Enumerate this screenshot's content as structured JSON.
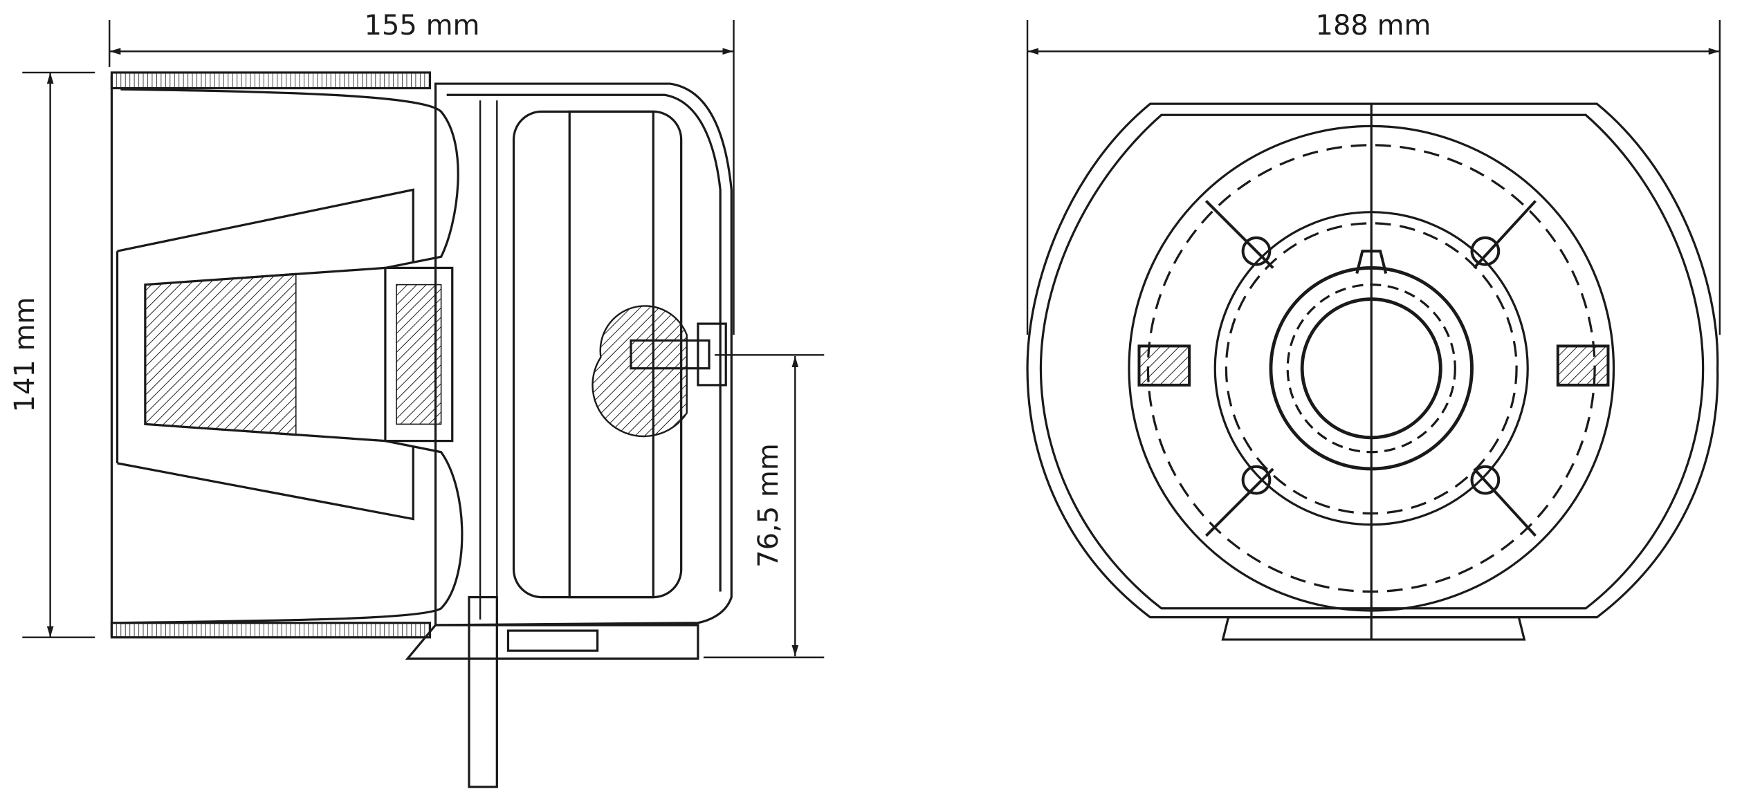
{
  "colors": {
    "line": "#1a1a1a",
    "background": "#ffffff"
  },
  "side_view": {
    "width_label": "155 mm",
    "height_label": "141 mm",
    "mount_height_label": "76,5 mm"
  },
  "front_view": {
    "width_label": "188 mm"
  }
}
